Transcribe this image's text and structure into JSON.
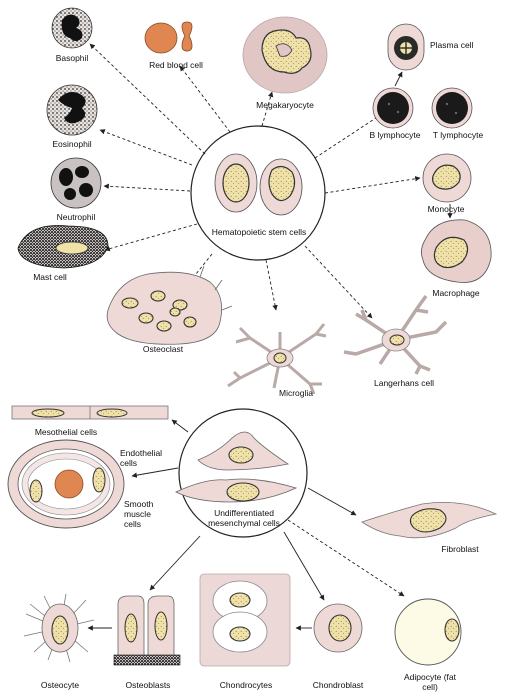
{
  "labels": {
    "basophil": "Basophil",
    "red_blood_cell": "Red blood cell",
    "megakaryocyte": "Megakaryocyte",
    "plasma_cell": "Plasma cell",
    "eosinophil": "Eosinophil",
    "b_lymphocyte": "B lymphocyte",
    "t_lymphocyte": "T lymphocyte",
    "neutrophil": "Neutrophil",
    "hematopoietic_stem_cells": "Hematopoietic stem cells",
    "monocyte": "Monocyte",
    "mast_cell": "Mast cell",
    "macrophage": "Macrophage",
    "osteoclast": "Osteoclast",
    "microglia": "Microglia",
    "langerhans_cell": "Langerhans cell",
    "mesothelial_cells": "Mesothelial cells",
    "endothelial_cells": "Endothelial cells",
    "smooth_muscle_cells": "Smooth muscle cells",
    "undifferentiated_mesenchymal_cells": "Undifferentiated mesenchymal cells",
    "fibroblast": "Fibroblast",
    "osteocyte": "Osteocyte",
    "osteoblasts": "Osteoblasts",
    "chondrocytes": "Chondrocytes",
    "chondroblast": "Chondroblast",
    "adipocyte": "Adipocyte (fat cell)"
  },
  "colors": {
    "cytoplasm": "#eed9d6",
    "nucleus": "#efe1a8",
    "dark_nucleus": "#2a2a2a",
    "red_cell": "#e08650",
    "line": "#222222"
  }
}
